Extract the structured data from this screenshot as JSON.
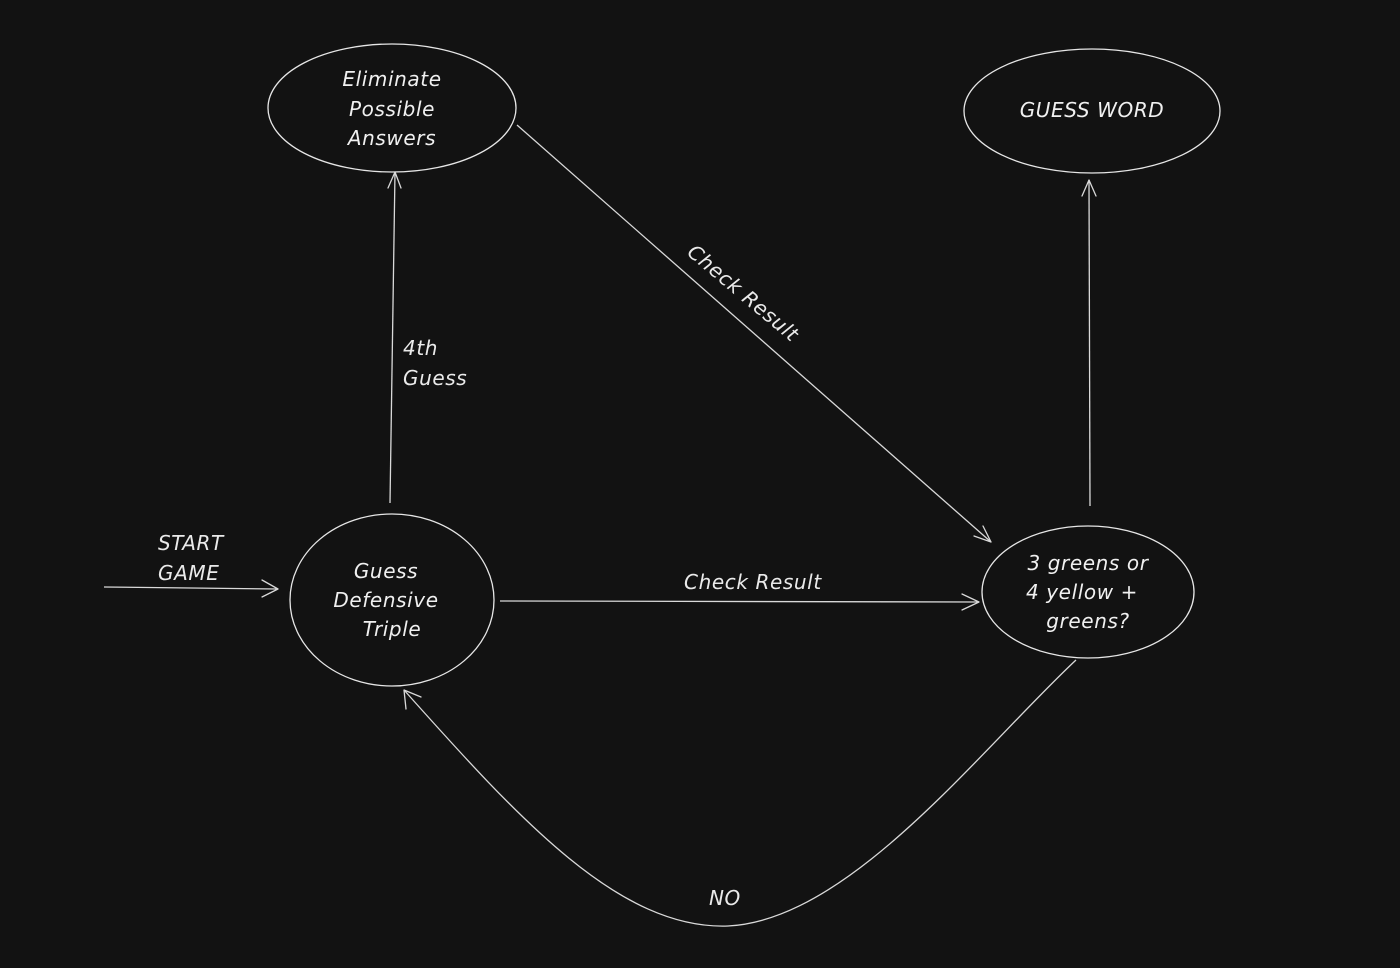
{
  "colors": {
    "background": "#121212",
    "stroke": "#e6e6e6",
    "text": "#f0f0f0"
  },
  "nodes": {
    "eliminate": {
      "lines": [
        "Eliminate",
        "Possible",
        "Answers"
      ]
    },
    "guess_word": {
      "lines": [
        "GUESS WORD"
      ]
    },
    "guess_defensive": {
      "lines": [
        "Guess",
        "Defensive",
        "Triple"
      ]
    },
    "check_condition": {
      "lines": [
        "3 greens or",
        "4 yellow +",
        "greens?"
      ]
    }
  },
  "edges": {
    "start": {
      "lines": [
        "START",
        "GAME"
      ]
    },
    "fourth_guess": {
      "lines": [
        "4th",
        "Guess"
      ]
    },
    "check_result_diagonal": {
      "label": "Check Result"
    },
    "check_result_horizontal": {
      "label": "Check Result"
    },
    "no": {
      "label": "NO"
    },
    "yes_to_guess_word": {
      "label": ""
    }
  }
}
